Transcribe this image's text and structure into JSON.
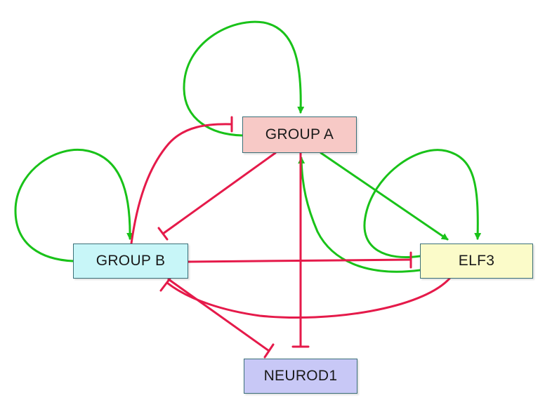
{
  "colors": {
    "activation": "#19c219",
    "inhibition": "#e51a4a",
    "group_a_fill": "#f7c9c6",
    "group_b_fill": "#c8f6f8",
    "elf3_fill": "#fbfbc9",
    "neurod1_fill": "#c8c8f6"
  },
  "nodes": {
    "group_a": "GROUP A",
    "group_b": "GROUP B",
    "elf3": "ELF3",
    "neurod1": "NEUROD1"
  },
  "edges": [
    {
      "from": "GROUP A",
      "to": "GROUP A",
      "type": "activation"
    },
    {
      "from": "GROUP B",
      "to": "GROUP B",
      "type": "activation"
    },
    {
      "from": "ELF3",
      "to": "ELF3",
      "type": "activation"
    },
    {
      "from": "GROUP A",
      "to": "ELF3",
      "type": "activation"
    },
    {
      "from": "ELF3",
      "to": "GROUP A",
      "type": "activation"
    },
    {
      "from": "GROUP B",
      "to": "GROUP A",
      "type": "inhibition"
    },
    {
      "from": "GROUP A",
      "to": "GROUP B",
      "type": "inhibition"
    },
    {
      "from": "GROUP A",
      "to": "NEUROD1",
      "type": "inhibition"
    },
    {
      "from": "GROUP B",
      "to": "ELF3",
      "type": "inhibition"
    },
    {
      "from": "ELF3",
      "to": "GROUP B",
      "type": "inhibition"
    },
    {
      "from": "GROUP B",
      "to": "NEUROD1",
      "type": "inhibition"
    }
  ]
}
